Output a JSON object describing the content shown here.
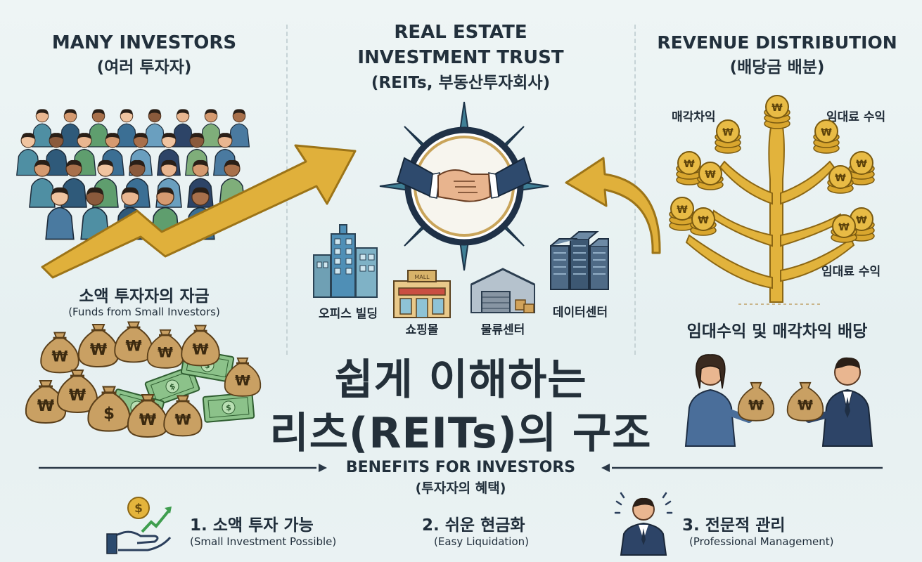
{
  "sections": {
    "investors": {
      "title": "MANY INVESTORS",
      "subtitle": "(여러 투자자)",
      "funds_ko": "소액 투자자의 자금",
      "funds_en": "(Funds from Small Investors)"
    },
    "reits": {
      "title_line1": "REAL ESTATE",
      "title_line2": "INVESTMENT TRUST",
      "subtitle": "(REITs, 부동산투자회사)",
      "assets": [
        "오피스 빌딩",
        "쇼핑몰",
        "물류센터",
        "데이터센터"
      ],
      "mall_sign": "MALL"
    },
    "revenue": {
      "title": "REVENUE DISTRIBUTION",
      "subtitle": "(배당금 배분)",
      "labels": [
        "매각차익",
        "임대료 수익",
        "임대료 수익"
      ],
      "dividend": "임대수익 및 매각차익 배당"
    }
  },
  "main_title": {
    "line1": "쉽게 이해하는",
    "line2": "리츠(REITs)의 구조"
  },
  "benefits": {
    "title": "BENEFITS FOR INVESTORS",
    "subtitle": "(투자자의 혜택)",
    "items": [
      {
        "ko": "1. 소액 투자 가능",
        "en": "(Small Investment Possible)",
        "icon": "coin-hand-growth-icon"
      },
      {
        "ko": "2. 쉬운 현금화",
        "en": "(Easy Liquidation)"
      },
      {
        "ko": "3. 전문적 관리",
        "en": "(Professional Management)",
        "icon": "manager-icon"
      }
    ]
  },
  "coin_symbol": "₩",
  "dollar_symbol": "$",
  "colors": {
    "gold": "#d9a62e",
    "navy": "#1f3a5c",
    "teal": "#4f8fa3",
    "green_bill": "#7fb77e",
    "bag": "#c9a063"
  }
}
